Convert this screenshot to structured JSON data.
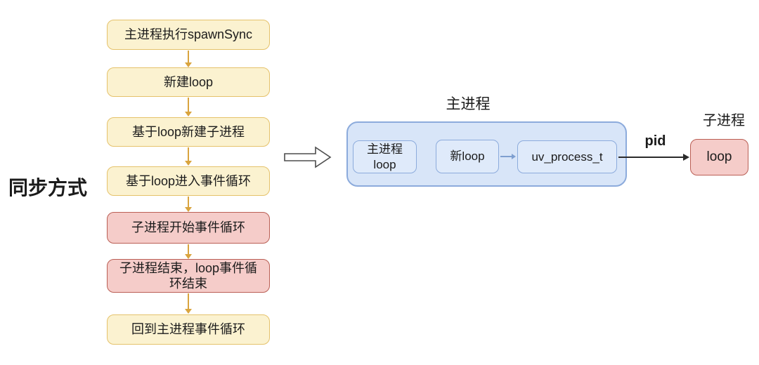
{
  "colors": {
    "yellow_fill": "#FBF2D0",
    "yellow_border": "#E5C26B",
    "red_fill": "#F5CCC9",
    "red_border": "#BA5F55",
    "blue_container_fill": "#D8E5F8",
    "blue_box_fill": "#DFEAFA",
    "blue_border": "#8CABDC",
    "blue_arrow": "#7E9FD0",
    "flow_arrow": "#D9A43E",
    "black_arrow": "#2B2B2B",
    "text": "#1B1B1B"
  },
  "left_flow": {
    "label": "同步方式",
    "steps": [
      {
        "text": "主进程执行spawnSync",
        "type": "yellow"
      },
      {
        "text": "新建loop",
        "type": "yellow"
      },
      {
        "text": "基于loop新建子进程",
        "type": "yellow"
      },
      {
        "text": "基于loop进入事件循环",
        "type": "yellow"
      },
      {
        "text": "子进程开始事件循环",
        "type": "red"
      },
      {
        "text": "子进程结束，loop事件循环结束",
        "type": "red"
      },
      {
        "text": "回到主进程事件循环",
        "type": "yellow"
      }
    ]
  },
  "right_diagram": {
    "main_process": {
      "title": "主进程",
      "main_loop_box": {
        "lines": [
          "主进程",
          "loop"
        ]
      },
      "new_loop_box": {
        "label": "新loop"
      },
      "uv_process_box": {
        "label": "uv_process_t"
      }
    },
    "pid_label": "pid",
    "child_process": {
      "title": "子进程",
      "loop_box": {
        "label": "loop"
      }
    }
  }
}
